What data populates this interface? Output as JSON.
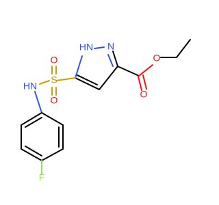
{
  "molecule": {
    "colors": {
      "carbon": "#000000",
      "nitrogen": "#3050F8",
      "oxygen": "#FF0D0D",
      "sulfur": "#C8A000",
      "fluorine": "#90E050"
    },
    "atom_labels": {
      "nh_pyrazole": "HN",
      "n_pyrazole": "N",
      "sulfur": "S",
      "sulfonyl_oxygen_top": "O",
      "sulfonyl_oxygen_bottom": "O",
      "sulfonamide_nh": "HN",
      "ester_oxygen": "O",
      "carbonyl_oxygen": "O",
      "fluorine": "F"
    }
  }
}
